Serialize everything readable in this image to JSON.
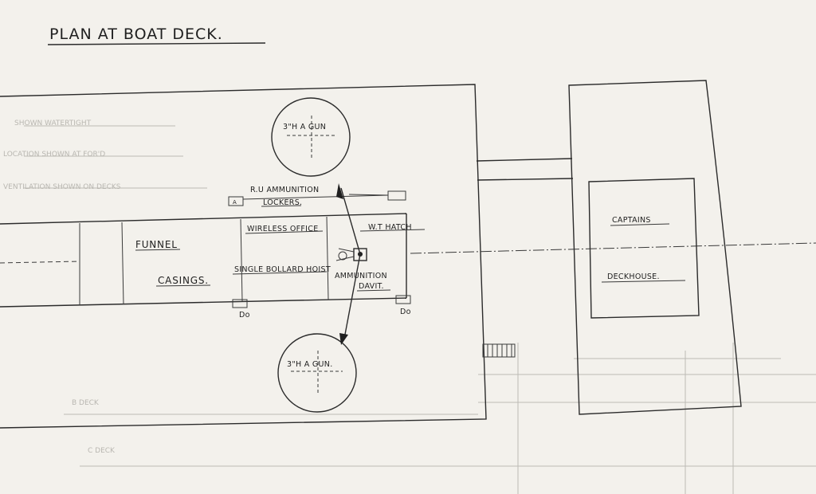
{
  "title": "PLAN AT BOAT DECK.",
  "labels": {
    "gun_upper": "3\"H A GUN",
    "gun_lower": "3\"H A GUN.",
    "ammo_lockers_1": "R.U AMMUNITION",
    "ammo_lockers_2": "LOCKERS.",
    "wireless_office": "WIRELESS OFFICE",
    "wt_hatch": "W.T HATCH",
    "funnel": "FUNNEL",
    "casings": "CASINGS.",
    "bollard_hoist": "SINGLE BOLLARD HOIST",
    "ammunition": "AMMUNITION",
    "davit": "DAVIT.",
    "captains": "CAPTAINS",
    "deckhouse": "DECKHOUSE.",
    "ditto_left": "Do",
    "ditto_right": "Do",
    "marker_a": "A"
  },
  "ghost_text": {
    "g1": "SHOWN WATERTIGHT",
    "g2": "LOCATION SHOWN AT FOR'D",
    "g3": "VENTILATION SHOWN ON DECKS",
    "g4": "B DECK",
    "g5": "C DECK"
  },
  "colors": {
    "paper": "#f3f1ec",
    "ink": "#2b2b2b",
    "faint": "#bdbbb5"
  }
}
